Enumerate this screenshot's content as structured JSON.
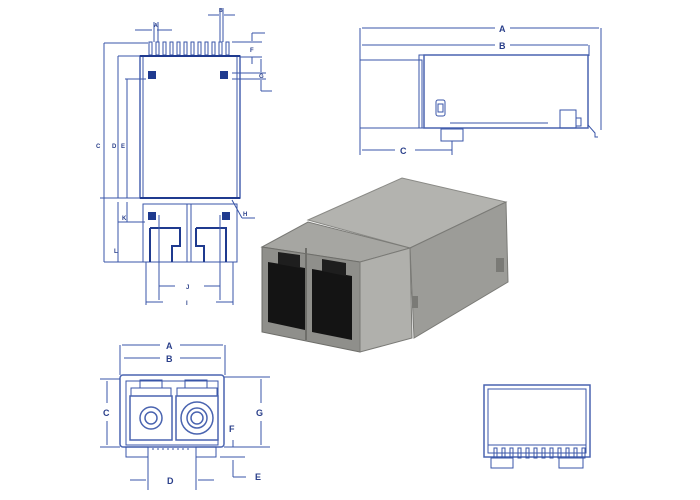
{
  "figure": {
    "subject": "Duplex LC SFP transceiver cage – dimension drawing with product photo",
    "line_color": "#3a56a8",
    "label_color": "#2a3f8a"
  },
  "top_view": {
    "labels": {
      "pitch_a": "A",
      "pitch_b": "B",
      "C": "C",
      "D": "D",
      "E": "E",
      "F": "F",
      "G": "G",
      "H": "H",
      "I": "I",
      "J": "J",
      "K": "K",
      "L": "L"
    },
    "pin_count": 12
  },
  "side_view": {
    "labels": {
      "A": "A",
      "B": "B",
      "C": "C"
    }
  },
  "front_view": {
    "labels": {
      "A": "A",
      "B": "B",
      "C": "C",
      "D": "D",
      "E": "E",
      "F": "F",
      "G": "G"
    }
  },
  "rear_view": {
    "pin_count": 12
  },
  "photo": {
    "description": "Metal SFP cage with duplex LC receptacle",
    "colors": {
      "metal": "#a8a8a4",
      "metal_dark": "#6e6e6a",
      "cavity": "#141414"
    }
  }
}
